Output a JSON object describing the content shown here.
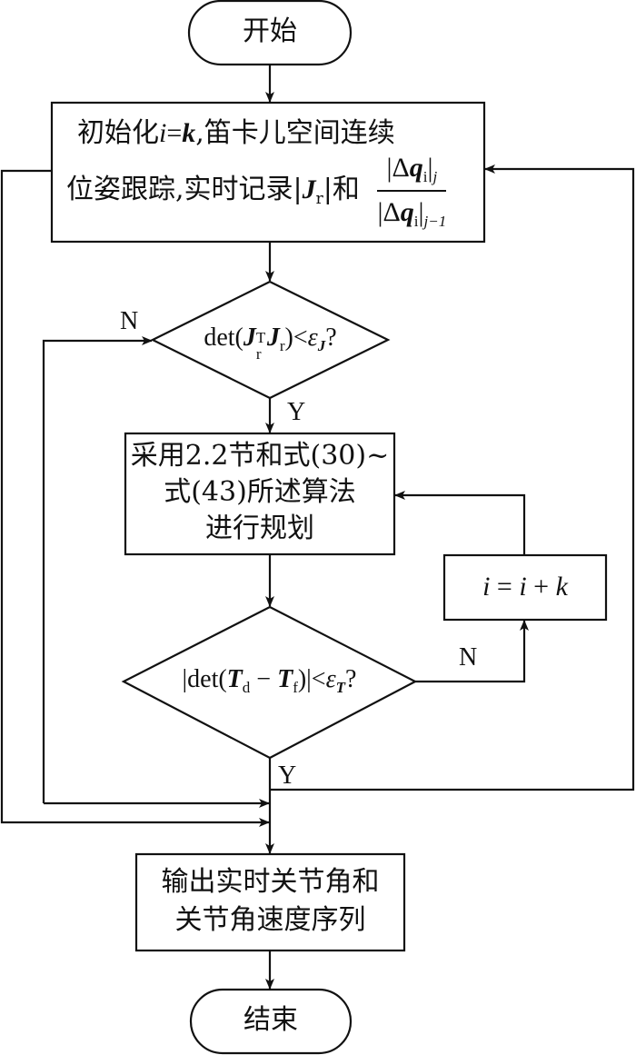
{
  "diagram": {
    "type": "flowchart",
    "nodes": {
      "start": {
        "label": "开始",
        "shape": "terminal"
      },
      "init": {
        "line1_prefix": "初始化",
        "line1_math_i": "i",
        "line1_math_eq": "=",
        "line1_math_k": "k",
        "line1_suffix": ",笛卡儿空间连续",
        "line2_prefix": "位姿跟踪,实时记录|",
        "line2_J": "J",
        "line2_J_sub": "r",
        "line2_mid": "|和",
        "frac_num_prefix": "|Δ",
        "frac_q": "q",
        "frac_q_sub": "i",
        "frac_num_bar": "|",
        "frac_num_sub": "j",
        "frac_den_prefix": "|Δ",
        "frac_den_bar": "|",
        "frac_den_sub": "j−1",
        "shape": "process"
      },
      "check_singularity": {
        "prefix": "det(",
        "J1": "J",
        "J1_sup": "T",
        "J1_sub": "r",
        "J2": "J",
        "J2_sub": "r",
        "suffix": ")<",
        "epsilon": "ε",
        "epsilon_sub": "J",
        "question": "?",
        "shape": "decision"
      },
      "plan": {
        "line1": "采用2.2节和式(30)~",
        "line2": "式(43)所述算法",
        "line3": "进行规划",
        "shape": "process"
      },
      "increment": {
        "lhs": "i",
        "eq": " = ",
        "rhs_i": "i",
        "plus": " + ",
        "rhs_k": "k",
        "shape": "process"
      },
      "check_error": {
        "prefix": "|det(",
        "T1": "T",
        "T1_sub": "d",
        "minus": " − ",
        "T2": "T",
        "T2_sub": "f",
        "suffix": ")|<",
        "epsilon": "ε",
        "epsilon_sub": "T",
        "question": "?",
        "shape": "decision"
      },
      "output": {
        "line1": "输出实时关节角和",
        "line2": "关节角速度序列",
        "shape": "process"
      },
      "end": {
        "label": "结束",
        "shape": "terminal"
      }
    },
    "edge_labels": {
      "singularity_no": "N",
      "singularity_yes": "Y",
      "error_no": "N",
      "error_yes": "Y"
    },
    "edges": [
      {
        "from": "start",
        "to": "init"
      },
      {
        "from": "init",
        "to": "check_singularity"
      },
      {
        "from": "check_singularity",
        "to": "plan",
        "label": "Y"
      },
      {
        "from": "check_singularity",
        "to": "output",
        "label": "N"
      },
      {
        "from": "plan",
        "to": "check_error"
      },
      {
        "from": "check_error",
        "to": "increment",
        "label": "N"
      },
      {
        "from": "increment",
        "to": "plan"
      },
      {
        "from": "check_error",
        "to": "init",
        "label": "Y"
      },
      {
        "from": "init",
        "to": "output"
      },
      {
        "from": "output",
        "to": "end"
      }
    ],
    "colors": {
      "stroke": "#111111",
      "background": "#ffffff"
    }
  }
}
